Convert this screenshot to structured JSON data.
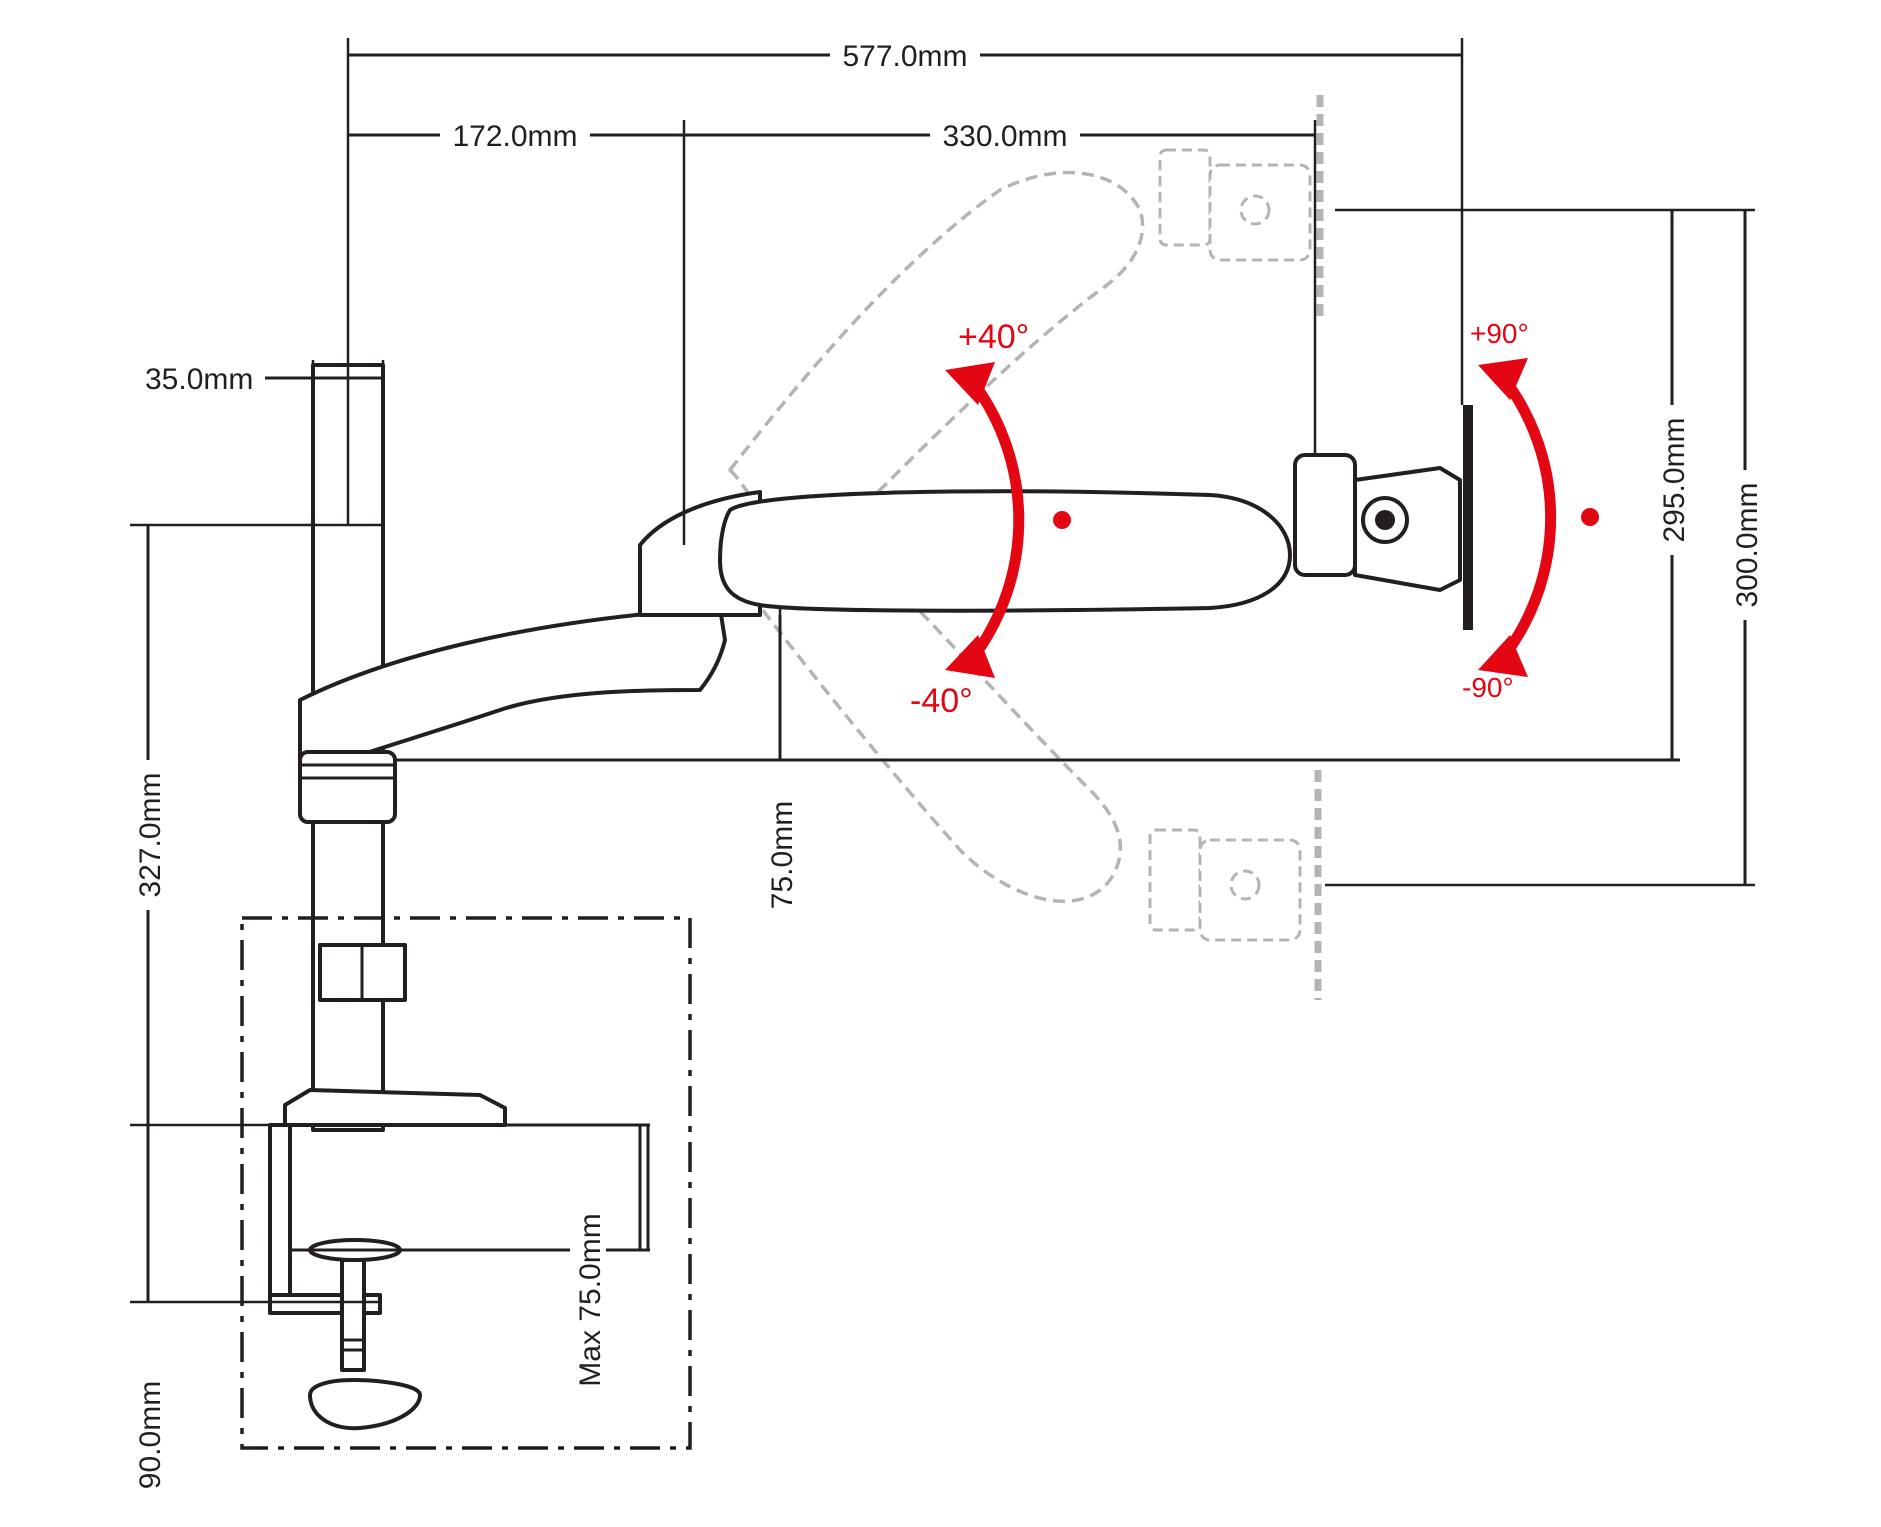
{
  "dimensions": {
    "overall_reach": "577.0mm",
    "pole_to_joint": "172.0mm",
    "forearm": "330.0mm",
    "pole_diameter": "35.0mm",
    "pole_height": "327.0mm",
    "arm_drop": "75.0mm",
    "clamp_height": "90.0mm",
    "max_desk_thickness": "Max 75.0mm",
    "vertical_range_295": "295.0mm",
    "vertical_range_300": "300.0mm"
  },
  "rotations": {
    "arm_up": "+40°",
    "arm_down": "-40°",
    "tilt_up": "+90°",
    "tilt_down": "-90°"
  },
  "colors": {
    "line": "#231f20",
    "accent_red": "#e30613",
    "ghost": "#b4b4b4"
  }
}
